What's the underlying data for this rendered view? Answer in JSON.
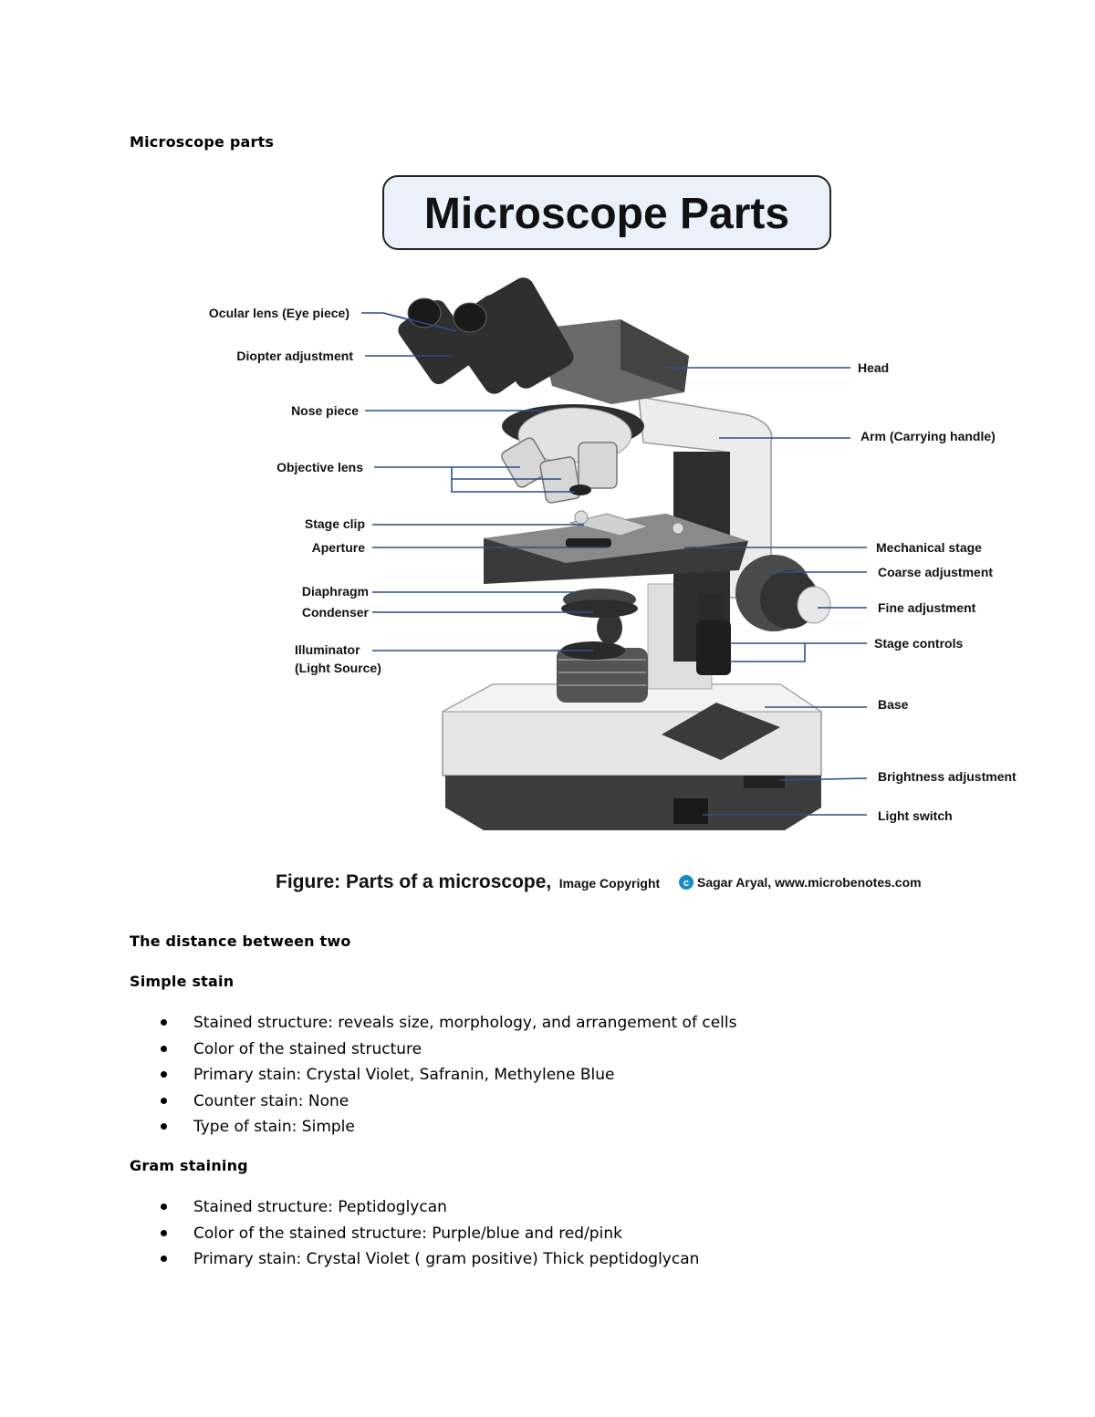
{
  "document": {
    "heading": "Microscope parts",
    "paragraph": "The distance between two"
  },
  "figure": {
    "banner_title": "Microscope Parts",
    "caption": {
      "lead": "Figure: Parts of a microscope,",
      "copyright_label": "Image Copyright",
      "copyright_symbol": "c",
      "credit": "Sagar Aryal, www.microbenotes.com"
    },
    "labels": {
      "ocular_lens": "Ocular lens (Eye piece)",
      "diopter": "Diopter adjustment",
      "nose_piece": "Nose piece",
      "objective_lens": "Objective lens",
      "stage_clip": "Stage clip",
      "aperture": "Aperture",
      "diaphragm": "Diaphragm",
      "condenser": "Condenser",
      "illuminator_1": "Illuminator",
      "illuminator_2": "(Light Source)",
      "head": "Head",
      "arm": "Arm (Carrying handle)",
      "mechanical_stage": "Mechanical stage",
      "coarse": "Coarse adjustment",
      "fine": "Fine adjustment",
      "stage_controls": "Stage controls",
      "base": "Base",
      "brightness": "Brightness adjustment",
      "light_switch": "Light switch"
    },
    "colors": {
      "leader_line": "#2f4f86",
      "copyright_badge": "#1e88c7"
    }
  },
  "simple_stain": {
    "title": "Simple stain",
    "items": [
      "Stained structure: reveals size, morphology, and arrangement of cells",
      "Color of the stained structure",
      "Primary stain: Crystal Violet, Safranin, Methylene Blue",
      "Counter stain: None",
      "Type of stain: Simple"
    ]
  },
  "gram_staining": {
    "title": "Gram staining",
    "items": [
      "Stained structure: Peptidoglycan",
      "Color of the stained structure: Purple/blue and red/pink",
      "Primary stain: Crystal Violet ( gram positive) Thick peptidoglycan"
    ]
  }
}
